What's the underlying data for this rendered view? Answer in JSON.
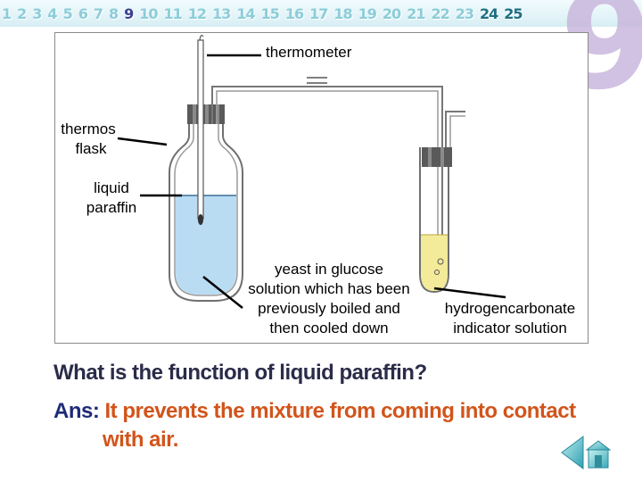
{
  "slide_nav": {
    "numbers": [
      "1",
      "2",
      "3",
      "4",
      "5",
      "6",
      "7",
      "8",
      "9",
      "10",
      "11",
      "12",
      "13",
      "14",
      "15",
      "16",
      "17",
      "18",
      "19",
      "20",
      "21",
      "22",
      "23",
      "24",
      "25"
    ],
    "current": "9",
    "big_number": "9"
  },
  "diagram": {
    "labels": {
      "thermometer": "thermometer",
      "thermos_line1": "thermos",
      "thermos_line2": "flask",
      "paraffin_line1": "liquid",
      "paraffin_line2": "paraffin",
      "yeast_line1": "yeast in glucose",
      "yeast_line2": "solution which has been",
      "yeast_line3": "previously boiled and",
      "yeast_line4": "then cooled down",
      "indicator_line1": "hydrogencarbonate",
      "indicator_line2": "indicator solution"
    },
    "colors": {
      "liquid_blue": "#b9dcf2",
      "indicator_yellow": "#f3ea9a",
      "stopper": "#555555"
    }
  },
  "question": "What is the function of liquid paraffin?",
  "answer": {
    "prefix": "Ans:",
    "line1": "It prevents the mixture from coming into contact",
    "line2": "with air."
  },
  "navigation": {
    "prev_icon": "triangle-left-icon",
    "home_icon": "home-icon"
  }
}
